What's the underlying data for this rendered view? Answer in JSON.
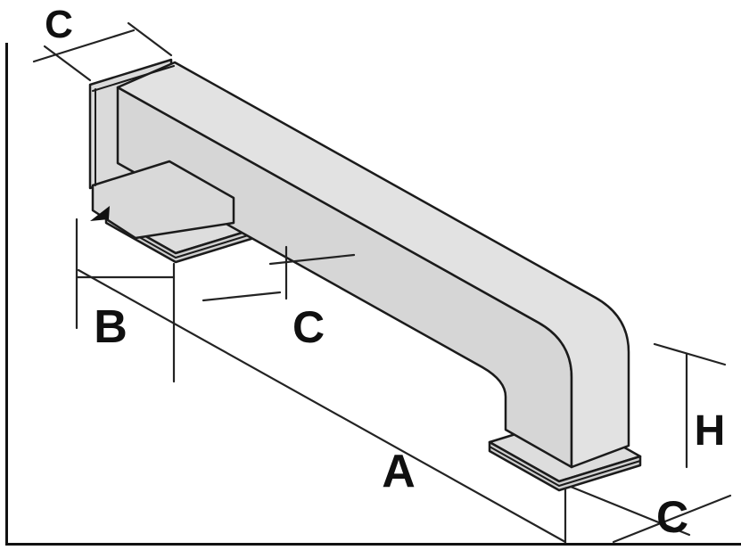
{
  "figure": {
    "labels": {
      "a": "A",
      "b": "B",
      "c_top": "C",
      "c_mid": "C",
      "c_bottom": "C",
      "h": "H"
    },
    "colors": {
      "background": "#ffffff",
      "outline": "#1b1b1b",
      "dimension": "#232323",
      "top_face": "#e2e2e2",
      "front_face": "#d6d6d6",
      "end_plate": "#dadada",
      "flange": "#dddddd",
      "flange_lip": "#cfcfcf",
      "foot": "#d9d9d9"
    }
  }
}
